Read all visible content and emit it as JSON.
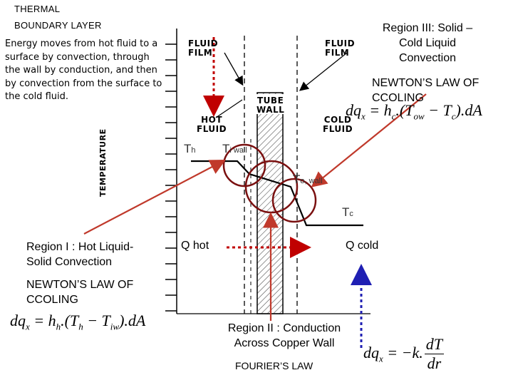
{
  "header": {
    "line1": "THERMAL",
    "line2": "BOUNDARY LAYER"
  },
  "intro": "Energy moves from hot fluid to a surface by convection, through the wall by conduction, and then by convection from the surface to the cold fluid.",
  "figure": {
    "fluid_film_left": "FLUID\nFILM",
    "fluid_film_right": "FLUID\nFILM",
    "hot_fluid": "HOT\nFLUID",
    "tube_wall": "TUBE\nWALL",
    "cold_fluid": "COLD\nFLUID",
    "temperature_axis": "TEMPERATURE"
  },
  "temperatures": {
    "th": {
      "main": "T",
      "sub": "h"
    },
    "t_iwall": {
      "main": "T",
      "sub": "i wall"
    },
    "t_owall": {
      "main": "T",
      "sub": "o, wall"
    },
    "tc": {
      "main": "T",
      "sub": "c"
    }
  },
  "regions": {
    "region1": "Region I : Hot Liquid-Solid Convection",
    "region2": "Region II : Conduction Across Copper Wall",
    "region3": "Region III: Solid – Cold Liquid Convection"
  },
  "laws": {
    "newton_left": "NEWTON’S LAW OF CCOLING",
    "newton_right": "NEWTON’S LAW OF CCOLING",
    "fourier": "FOURIER’S LAW"
  },
  "heat": {
    "q_hot": "Q hot",
    "q_cold": "Q cold"
  },
  "equations": {
    "eq_cold": {
      "lhs": "dq",
      "lhs_sub": "x",
      "eq": " = h",
      "h_sub": "c",
      "mid": ".(T",
      "t1_sub": "ow",
      "minus": " − T",
      "t2_sub": "c",
      "end": ").dA"
    },
    "eq_hot": {
      "lhs": "dq",
      "lhs_sub": "x",
      "eq": " = h",
      "h_sub": "h",
      "mid": ".(T",
      "t1_sub": "h",
      "minus": " − T",
      "t2_sub": "iw",
      "end": ").dA"
    },
    "eq_fourier": {
      "lhs": "dq",
      "lhs_sub": "x",
      "eq": " = −k.",
      "num": "dT",
      "den": "dr"
    }
  },
  "colors": {
    "arrow_red": "#c0392b",
    "red_dash": "#c00000",
    "blue_dash": "#1f1fb3",
    "circle": "#7a1010",
    "line": "#000000"
  }
}
